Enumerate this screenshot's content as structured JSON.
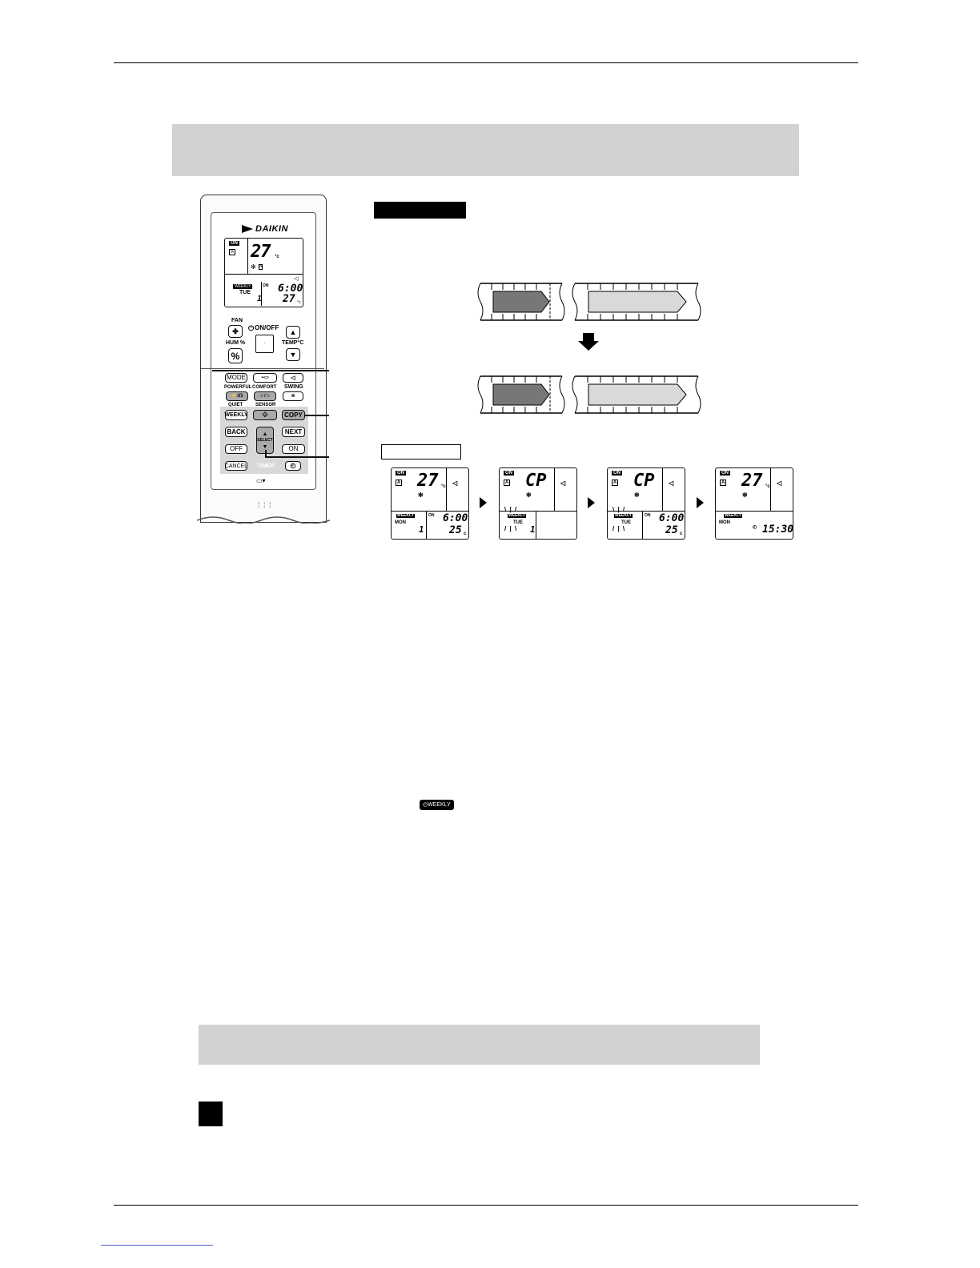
{
  "remote": {
    "brand": "DAIKIN",
    "lcd": {
      "on_badge": "ON",
      "auto_icon": "A",
      "temp": "27",
      "temp_unit": "°c",
      "weekly_badge": "WEEKLY",
      "day": "TUE",
      "program_no": "1",
      "timer_on": "ON",
      "timer_time": "6:00",
      "timer_temp": "27",
      "timer_unit": "°c"
    },
    "labels": {
      "fan": "FAN",
      "on_off": "ON/OFF",
      "hum": "HUM %",
      "temp": "TEMP°C",
      "powerful": "POWERFUL",
      "comfort": "COMFORT",
      "swing": "SWING",
      "quiet": "QUIET",
      "sensor": "SENSOR",
      "select": "SELECT",
      "timer": "TIMER"
    },
    "buttons": {
      "mode": "MODE",
      "weekly": "WEEKLY",
      "copy": "COPY",
      "back": "BACK",
      "next": "NEXT",
      "off": "OFF",
      "on": "ON",
      "cancel": "CANCEL"
    }
  },
  "lcd_sequence": [
    {
      "on_badge": "ON",
      "main": "27",
      "unit": "°c",
      "weekly": "WEEKLY",
      "day": "MON",
      "program": "1",
      "timer_on": "ON",
      "time": "6:00",
      "temp": "25",
      "temp_unit": "c"
    },
    {
      "on_badge": "ON",
      "main": "CP",
      "unit": "",
      "weekly": "WEEKLY",
      "day": "TUE",
      "program": "1",
      "timer_on": "",
      "time": "",
      "temp": "",
      "temp_unit": ""
    },
    {
      "on_badge": "ON",
      "main": "CP",
      "unit": "",
      "weekly": "WEEKLY",
      "day": "TUE",
      "program": "",
      "timer_on": "ON",
      "time": "6:00",
      "temp": "25",
      "temp_unit": "c"
    },
    {
      "on_badge": "ON",
      "main": "27",
      "unit": "°c",
      "weekly": "WEEKLY",
      "day": "MON",
      "program": "",
      "timer_on": "",
      "time": "15:30",
      "temp": "",
      "temp_unit": ""
    }
  ],
  "inline_badge": "WEEKLY",
  "colors": {
    "band_gray": "#d2d2d2",
    "dark_arrow": "#777777",
    "light_arrow": "#d9d9d9",
    "highlight": "#a9a9a9"
  }
}
